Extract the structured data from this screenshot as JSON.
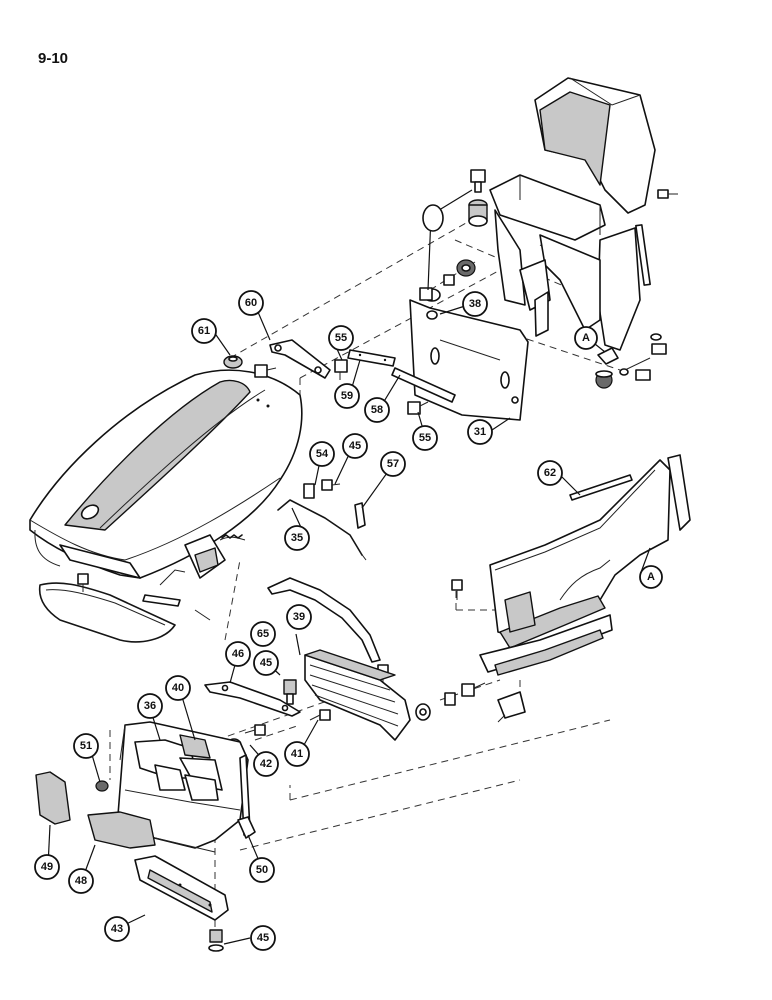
{
  "page": {
    "number": "9-10"
  },
  "callouts": [
    {
      "id": "c60",
      "label": "60"
    },
    {
      "id": "c61",
      "label": "61"
    },
    {
      "id": "c55a",
      "label": "55"
    },
    {
      "id": "c38",
      "label": "38"
    },
    {
      "id": "c59",
      "label": "59"
    },
    {
      "id": "c58",
      "label": "58"
    },
    {
      "id": "c55b",
      "label": "55"
    },
    {
      "id": "c31",
      "label": "31"
    },
    {
      "id": "cA1",
      "label": "A"
    },
    {
      "id": "c54",
      "label": "54"
    },
    {
      "id": "c45a",
      "label": "45"
    },
    {
      "id": "c57",
      "label": "57"
    },
    {
      "id": "c35",
      "label": "35"
    },
    {
      "id": "c62",
      "label": "62"
    },
    {
      "id": "cA2",
      "label": "A"
    },
    {
      "id": "c39",
      "label": "39"
    },
    {
      "id": "c65",
      "label": "65"
    },
    {
      "id": "c46",
      "label": "46"
    },
    {
      "id": "c45b",
      "label": "45"
    },
    {
      "id": "c36",
      "label": "36"
    },
    {
      "id": "c40",
      "label": "40"
    },
    {
      "id": "c51",
      "label": "51"
    },
    {
      "id": "c42",
      "label": "42"
    },
    {
      "id": "c41",
      "label": "41"
    },
    {
      "id": "c49",
      "label": "49"
    },
    {
      "id": "c48",
      "label": "48"
    },
    {
      "id": "c50",
      "label": "50"
    },
    {
      "id": "c43",
      "label": "43"
    },
    {
      "id": "c45c",
      "label": "45"
    }
  ]
}
